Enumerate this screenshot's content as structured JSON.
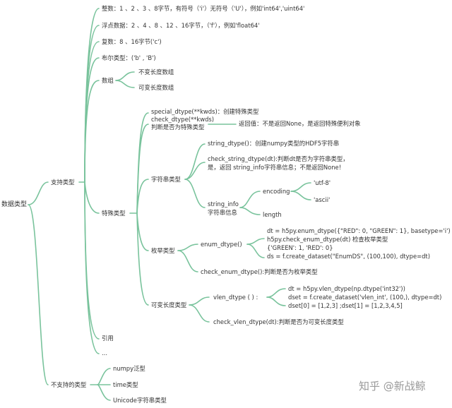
{
  "root": "数据类型",
  "supported": {
    "label": "支持类型",
    "integer": "整数：1 、2 、3 、8字节，有符号（'i'）无符号（'U'），例如'int64','uint64'",
    "float": "浮点数据：2 、4 、8 、12 、16字节，（'f'），例如'float64'",
    "complex": "复数：8 、16字节('c')",
    "boolean": "布尔类型：('b' ,  'B')",
    "array": {
      "label": "数组",
      "fixed": "不变长度数组",
      "variable": "可变长度数组"
    },
    "special": {
      "label": "特殊类型",
      "special_dtype": "special_dtype(**kwds)：创建特殊类型",
      "check_dtype": "check_dtype(**kwds)",
      "check_dtype_desc": "判断是否为特殊类型",
      "check_dtype_return": "返回值：不是返回None，是返回特殊便利对象",
      "string": {
        "label": "字符串类型",
        "string_dtype": "string_dtype()：创建numpy类型的HDF5字符串",
        "check_string_dtype_1": "check_string_dtype(dt):判断dt是否为字符串类型，",
        "check_string_dtype_2": "是，返回 string_info字符串信息；不是返回None!",
        "string_info": "string_info",
        "string_info_desc": "字符串信息",
        "encoding": "encoding",
        "utf8": "'utf-8'",
        "ascii": "'ascii'",
        "length": "length"
      },
      "enum": {
        "label": "枚举类型",
        "enum_dtype": "enum_dtype()",
        "code1": "dt = h5py.enum_dtype({\"RED\": 0, \"GREEN\": 1}, basetype='i')",
        "code2": "h5py.check_enum_dtype(dt)   检查枚举类型",
        "code3": "{'GREEN': 1, 'RED': 0}",
        "code4": "ds = f.create_dataset(\"EnumDS\", (100,100), dtype=dt)",
        "check_enum": "check_enum_dtype():判断是否为枚举类型"
      },
      "vlen": {
        "label": "可变长度类型",
        "vlen_dtype": "vlen_dtype ( ) :",
        "code1": "dt = h5py.vlen_dtype(np.dtype('int32'))",
        "code2": "dset = f.create_dataset('vlen_int', (100,), dtype=dt)",
        "code3": "dset[0] = [1,2,3]   ;dset[1] = [1,2,3,4,5]",
        "check_vlen": "check_vlen_dtype(dt):判断是否为可变长度类型"
      }
    },
    "reference": "引用",
    "ellipsis": "..."
  },
  "unsupported": {
    "label": "不支持的类型",
    "items": [
      "numpy泛型",
      "time类型",
      "Unicode字符串类型"
    ]
  },
  "watermark": "知乎 @新战鲸",
  "colors": {
    "line": "#79c39c",
    "text": "#333333",
    "watermark": "#9a9a9a"
  }
}
